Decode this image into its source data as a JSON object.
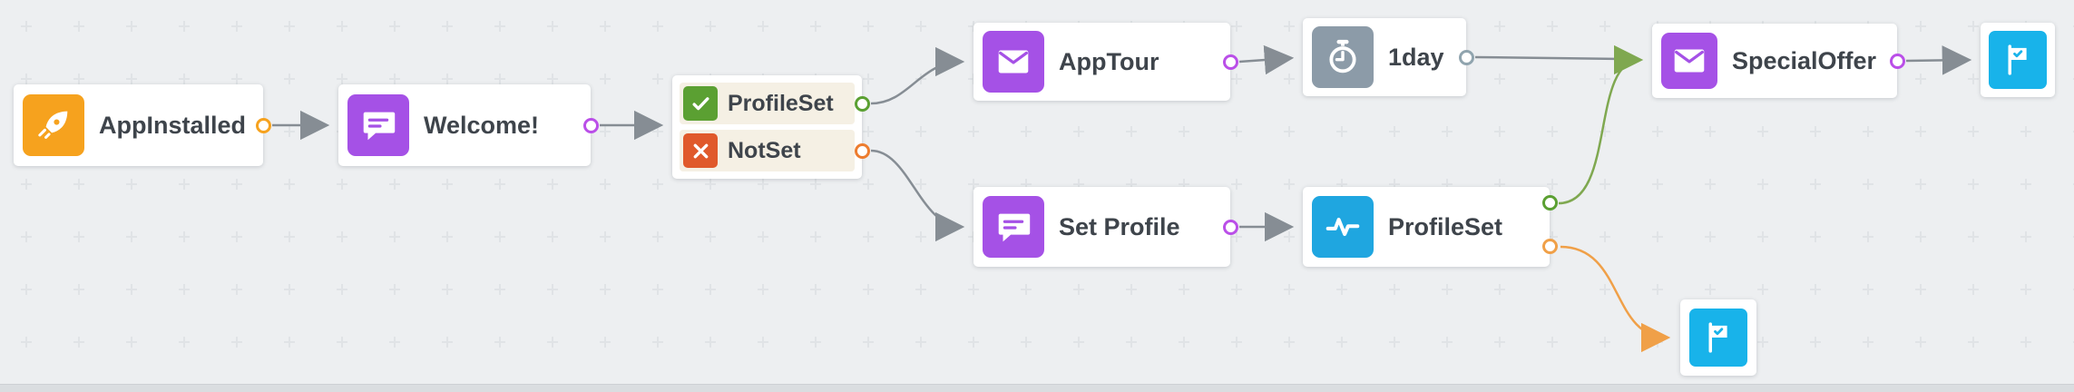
{
  "flow": {
    "nodes": {
      "app_installed": {
        "label": "AppInstalled",
        "icon": "rocket-icon",
        "icon_bg": "#F6A21E",
        "port_color": "#F6A21E"
      },
      "welcome": {
        "label": "Welcome!",
        "icon": "chat-icon",
        "icon_bg": "#A551E6",
        "port_color": "#BA4FE8"
      },
      "condition": {
        "branches": [
          {
            "label": "ProfileSet",
            "icon": "check-icon",
            "icon_bg": "#5BA032",
            "port_color": "#5BA032",
            "row_bg": "#F5F0E4"
          },
          {
            "label": "NotSet",
            "icon": "cross-icon",
            "icon_bg": "#E0592B",
            "port_color": "#ED7D2F",
            "row_bg": "#F5F0E4"
          }
        ]
      },
      "app_tour": {
        "label": "AppTour",
        "icon": "email-icon",
        "icon_bg": "#A551E6",
        "port_color": "#BA4FE8"
      },
      "one_day": {
        "label": "1day",
        "icon": "timer-icon",
        "icon_bg": "#8C9BA8",
        "port_color": "#90A4AE"
      },
      "special_offer": {
        "label": "SpecialOffer",
        "icon": "email-icon",
        "icon_bg": "#A551E6",
        "port_color": "#BA4FE8"
      },
      "goal_top": {
        "icon": "flag-icon",
        "icon_bg": "#18B3EA"
      },
      "set_profile": {
        "label": "Set Profile",
        "icon": "chat-icon",
        "icon_bg": "#A551E6",
        "port_color": "#BA4FE8"
      },
      "profile_set": {
        "label": "ProfileSet",
        "icon": "pulse-icon",
        "icon_bg": "#1FA6E0",
        "port_success_color": "#5BA032",
        "port_failure_color": "#F0A048"
      },
      "goal_bottom": {
        "icon": "flag-icon",
        "icon_bg": "#18B3EA"
      }
    },
    "edges": [
      {
        "from": "app_installed",
        "to": "welcome",
        "color": "#868D94"
      },
      {
        "from": "welcome",
        "to": "condition",
        "color": "#868D94"
      },
      {
        "from": "condition.ProfileSet",
        "to": "app_tour",
        "color": "#868D94"
      },
      {
        "from": "condition.NotSet",
        "to": "set_profile",
        "color": "#868D94"
      },
      {
        "from": "app_tour",
        "to": "one_day",
        "color": "#868D94"
      },
      {
        "from": "one_day",
        "to": "special_offer",
        "color": "#868D94"
      },
      {
        "from": "profile_set.success",
        "to": "special_offer",
        "color": "#7FA850"
      },
      {
        "from": "special_offer",
        "to": "goal_top",
        "color": "#868D94"
      },
      {
        "from": "set_profile",
        "to": "profile_set",
        "color": "#868D94"
      },
      {
        "from": "profile_set.failure",
        "to": "goal_bottom",
        "color": "#F0A048"
      }
    ],
    "colors": {
      "canvas_bg": "#EDEFF1",
      "grid_mark": "#E0E3E6",
      "edge_gray": "#868D94",
      "edge_green": "#7FA850",
      "edge_orange": "#F0A048"
    }
  }
}
